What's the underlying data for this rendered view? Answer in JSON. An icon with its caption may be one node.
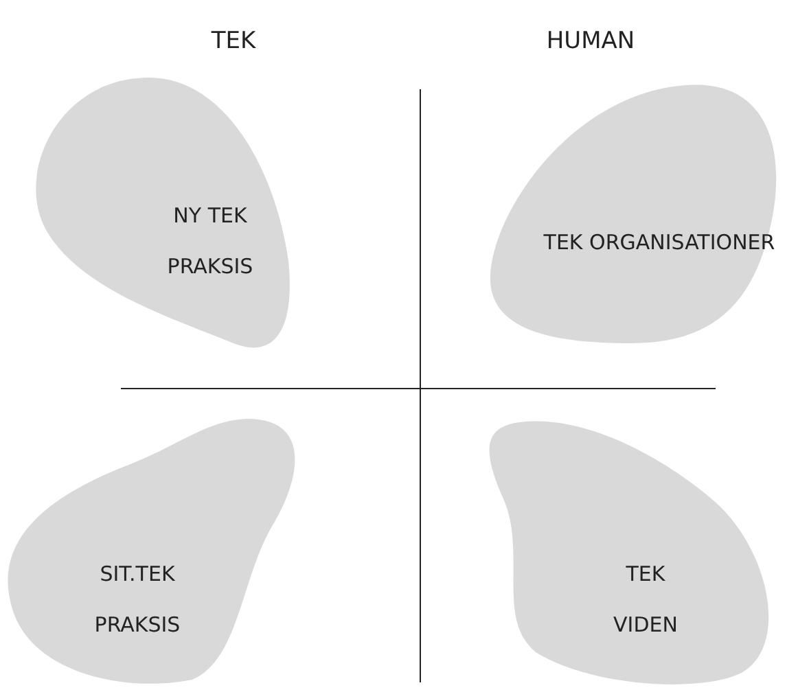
{
  "diagram": {
    "nodes": [
      {
        "text": [
          "NY TEK PRAKSIS"
        ]
      },
      {
        "text": [
          "TEK ORGANISATIONER"
        ]
      },
      {
        "text": [
          "SIT.TEK PRAKSIS"
        ]
      },
      {
        "text": [
          "TEK VIDEN"
        ]
      }
    ],
    "labels": [
      "TEK",
      "HUMAN"
    ]
  }
}
